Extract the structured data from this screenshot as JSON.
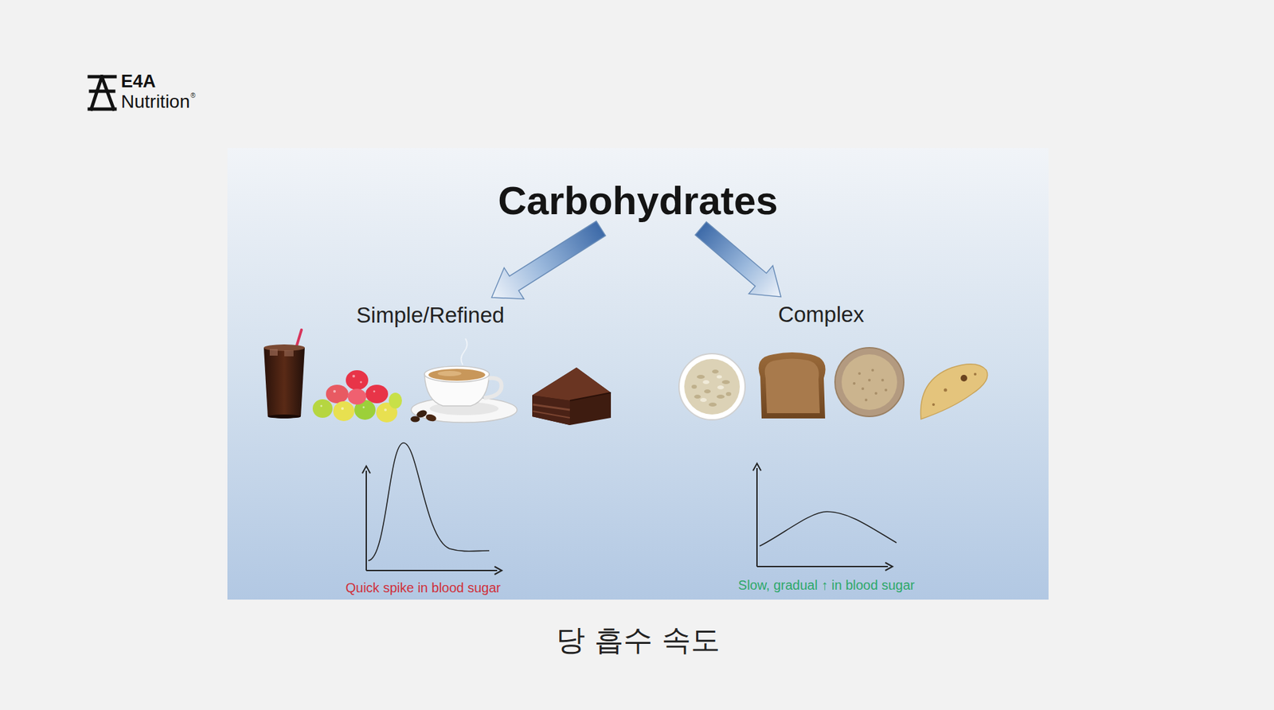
{
  "diagram": {
    "caption": "당 흡수 속도",
    "nodes": [
      {
        "text": [
          "Carbohydrates"
        ]
      },
      {
        "text": [
          "Simple/Refined"
        ]
      },
      {
        "text": [
          "Complex"
        ]
      }
    ],
    "edges": [
      {
        "from": 0,
        "to": 1,
        "arrow": "to"
      },
      {
        "from": 0,
        "to": 2,
        "arrow": "to"
      }
    ],
    "labels": [
      "E4A",
      "Nutrition",
      "®",
      "Quick spike in blood sugar",
      "Slow, gradual ↑ in blood sugar"
    ]
  }
}
